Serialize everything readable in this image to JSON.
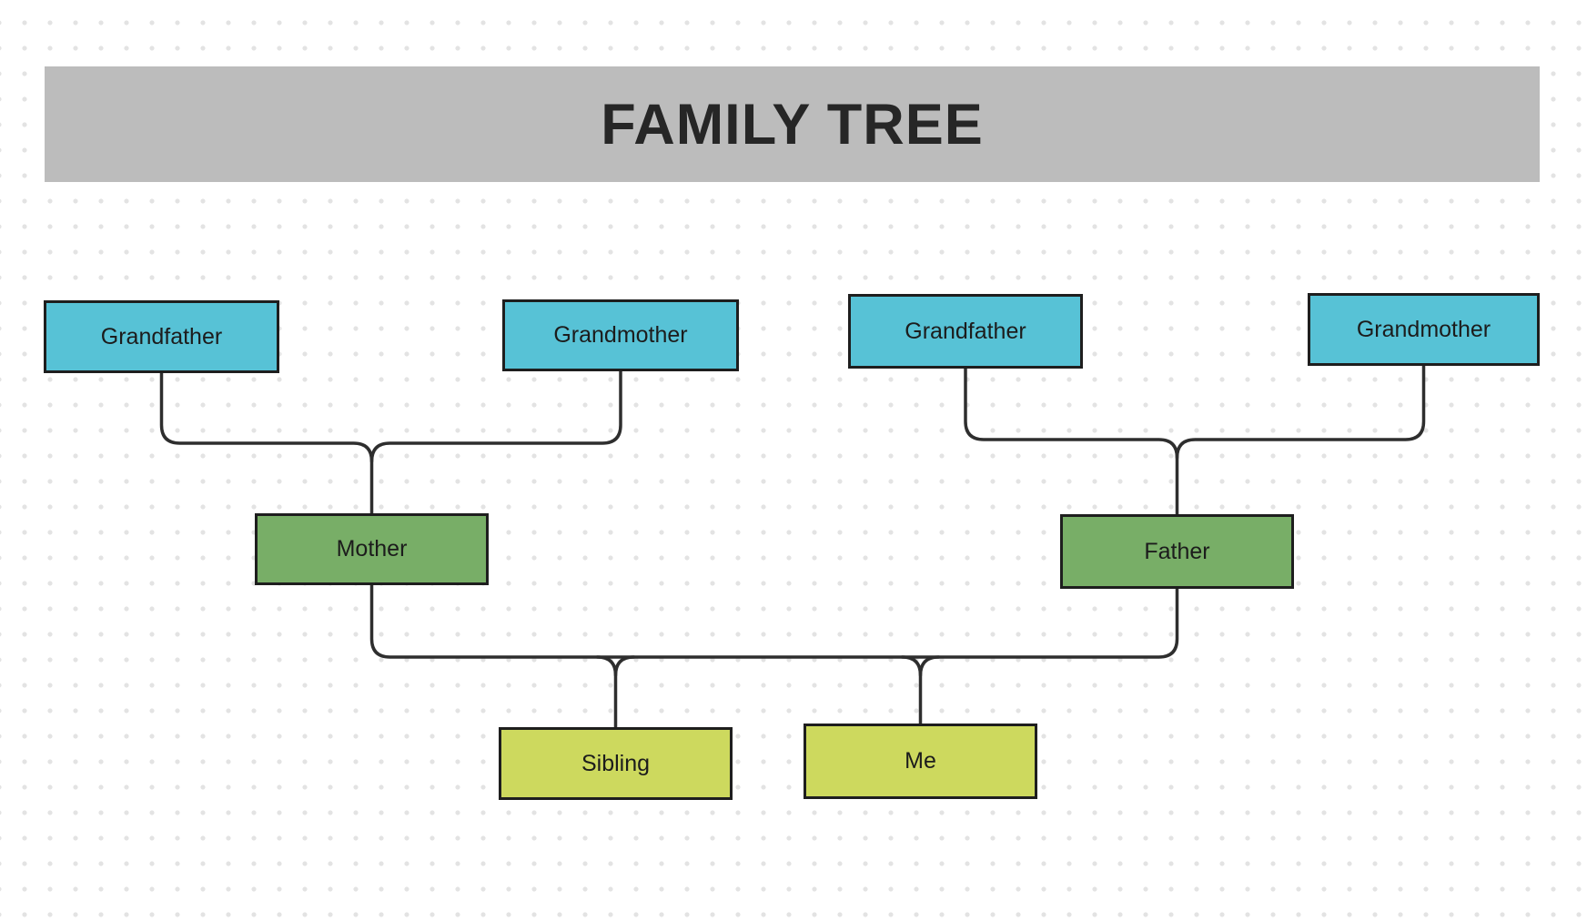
{
  "title": "FAMILY TREE",
  "palette": {
    "node_blue": "#57c2d6",
    "node_green": "#78ae67",
    "node_lime": "#cdd95e",
    "banner_gray": "#bcbcbc",
    "line": "#2e2e2e",
    "dot": "#e3e3e3",
    "text": "#1c1c1c"
  },
  "nodes": {
    "grandfather_maternal": {
      "label": "Grandfather"
    },
    "grandmother_maternal": {
      "label": "Grandmother"
    },
    "grandfather_paternal": {
      "label": "Grandfather"
    },
    "grandmother_paternal": {
      "label": "Grandmother"
    },
    "mother": {
      "label": "Mother"
    },
    "father": {
      "label": "Father"
    },
    "sibling": {
      "label": "Sibling"
    },
    "me": {
      "label": "Me"
    }
  },
  "edges": [
    {
      "from": [
        "grandfather_maternal",
        "grandmother_maternal"
      ],
      "to": "mother"
    },
    {
      "from": [
        "grandfather_paternal",
        "grandmother_paternal"
      ],
      "to": "father"
    },
    {
      "from": [
        "mother",
        "father"
      ],
      "to": "sibling"
    },
    {
      "from": [
        "mother",
        "father"
      ],
      "to": "me"
    }
  ]
}
